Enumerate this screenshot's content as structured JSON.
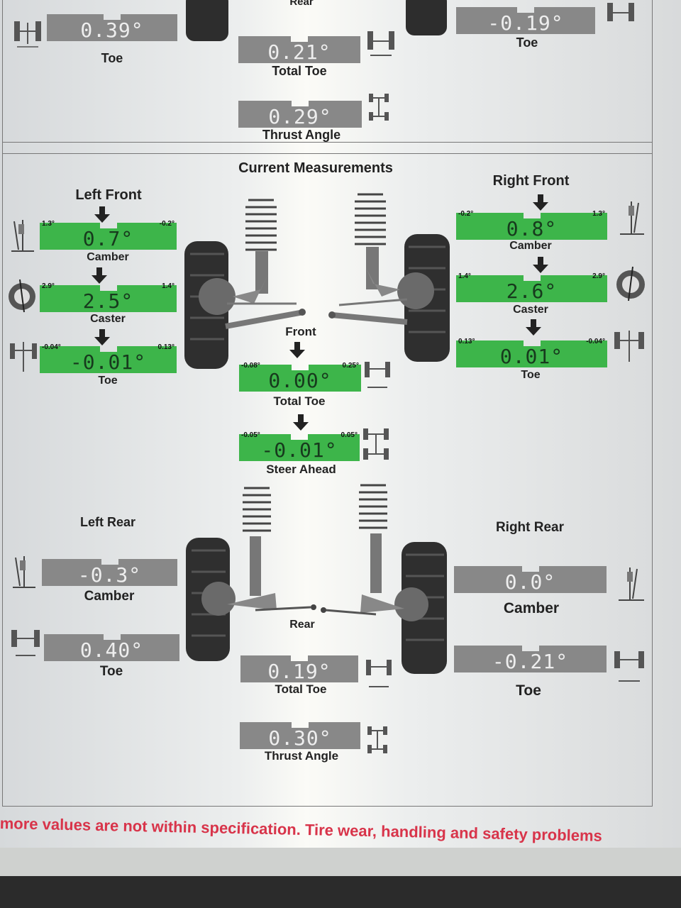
{
  "top_section": {
    "rear_label": "Rear",
    "left_toe": {
      "value": "0.39°",
      "label": "Toe"
    },
    "right_toe": {
      "value": "-0.19°",
      "label": "Toe"
    },
    "total_toe": {
      "value": "0.21°",
      "label": "Total Toe"
    },
    "thrust_angle": {
      "value": "0.29°",
      "label": "Thrust Angle"
    }
  },
  "current": {
    "title": "Current Measurements",
    "left_front": {
      "title": "Left Front",
      "camber": {
        "value": "0.7°",
        "min": "1.3°",
        "max": "-0.2°",
        "label": "Camber",
        "status": "in-spec"
      },
      "caster": {
        "value": "2.5°",
        "min": "2.9°",
        "max": "1.4°",
        "label": "Caster",
        "status": "in-spec"
      },
      "toe": {
        "value": "-0.01°",
        "min": "-0.04°",
        "max": "0.13°",
        "label": "Toe",
        "status": "in-spec"
      }
    },
    "right_front": {
      "title": "Right Front",
      "camber": {
        "value": "0.8°",
        "min": "-0.2°",
        "max": "1.3°",
        "label": "Camber",
        "status": "in-spec"
      },
      "caster": {
        "value": "2.6°",
        "min": "1.4°",
        "max": "2.9°",
        "label": "Caster",
        "status": "in-spec"
      },
      "toe": {
        "value": "0.01°",
        "min": "0.13°",
        "max": "-0.04°",
        "label": "Toe",
        "status": "in-spec"
      }
    },
    "front": {
      "label": "Front",
      "total_toe": {
        "value": "0.00°",
        "min": "-0.08°",
        "max": "0.25°",
        "label": "Total Toe",
        "status": "in-spec"
      },
      "steer_ahead": {
        "value": "-0.01°",
        "min": "-0.05°",
        "max": "0.05°",
        "label": "Steer Ahead",
        "status": "in-spec"
      }
    },
    "left_rear": {
      "title": "Left Rear",
      "camber": {
        "value": "-0.3°",
        "label": "Camber"
      },
      "toe": {
        "value": "0.40°",
        "label": "Toe"
      }
    },
    "right_rear": {
      "title": "Right Rear",
      "camber": {
        "value": "0.0°",
        "label": "Camber"
      },
      "toe": {
        "value": "-0.21°",
        "label": "Toe"
      }
    },
    "rear": {
      "label": "Rear",
      "total_toe": {
        "value": "0.19°",
        "label": "Total Toe"
      },
      "thrust_angle": {
        "value": "0.30°",
        "label": "Thrust Angle"
      }
    }
  },
  "warning_text": "more values are not within specification.  Tire wear, handling and safety problems",
  "colors": {
    "in_spec": "#3db54a",
    "no_spec": "#888888",
    "warning": "#d8344a"
  }
}
